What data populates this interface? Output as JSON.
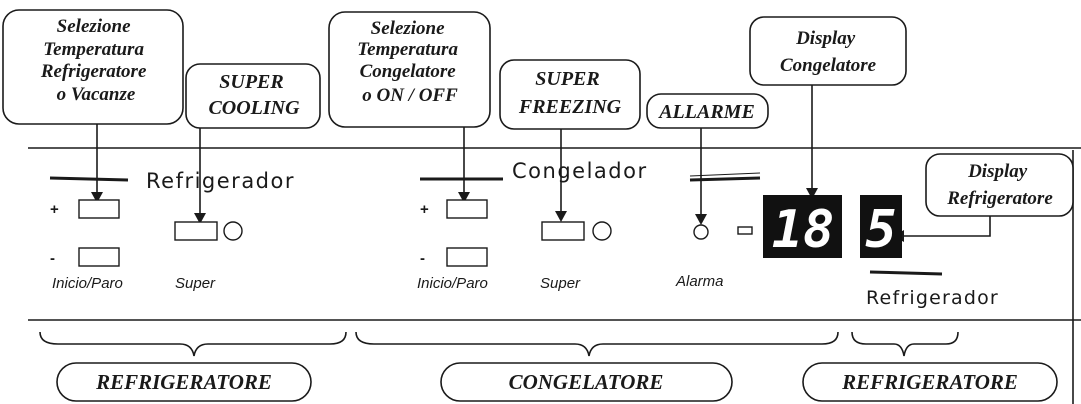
{
  "callouts": {
    "sel_refrig": [
      "Selezione",
      "Temperatura",
      "Refrigeratore",
      "o Vacanze"
    ],
    "super_cooling": [
      "SUPER",
      "COOLING"
    ],
    "sel_freezer": [
      "Selezione",
      "Temperatura",
      "Congelatore",
      "o  ON / OFF"
    ],
    "super_freezing": [
      "SUPER",
      "FREEZING"
    ],
    "allarme": "ALLARME",
    "display_freezer": [
      "Display",
      "Congelatore"
    ],
    "display_refrig": [
      "Display",
      "Refrigeratore"
    ]
  },
  "panel": {
    "refrigerador_title": "Refrigerador",
    "congelador_title": "Congelador",
    "plus": "+",
    "minus": "-",
    "inicio_paro": "Inicio/Paro",
    "super": "Super",
    "alarma": "Alarma",
    "freezer_display": "18",
    "refrig_display": "5",
    "refrigerador_bottom": "Refrigerador"
  },
  "sections": {
    "left": "REFRIGERATORE",
    "middle": "CONGELATORE",
    "right": "REFRIGERATORE"
  }
}
